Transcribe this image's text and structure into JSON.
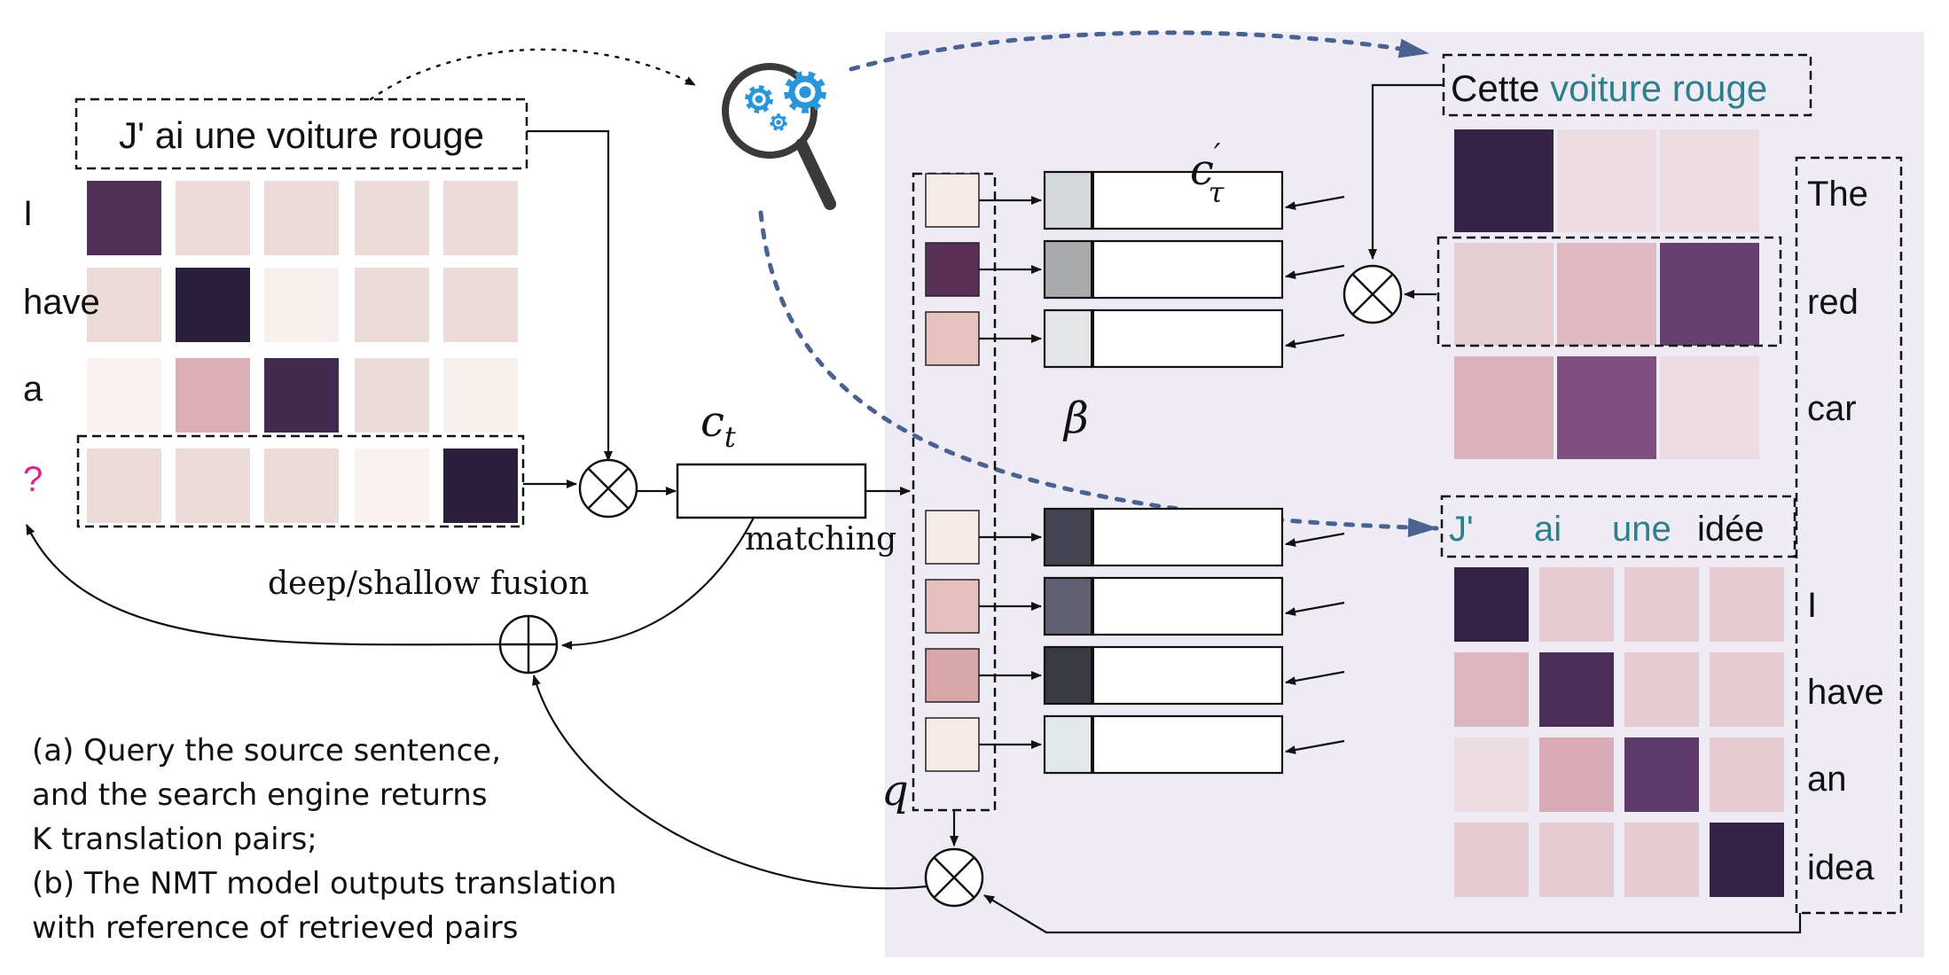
{
  "colors": {
    "panel_bg": "#eeebf5",
    "teal": "#2e7f8c",
    "question_magenta": "#e0208c",
    "arrow_blue": "#4a628f",
    "line": "#111111",
    "icon_blue": "#2896d8",
    "icon_gray": "#3a3a3a"
  },
  "source": {
    "sentence": "J' ai une voiture rouge",
    "row_labels": [
      "I",
      "have",
      "a",
      "?"
    ],
    "matrix": [
      [
        "#503056",
        "#ecdbd9",
        "#ecdbd9",
        "#ecdbd9",
        "#ecdbd9"
      ],
      [
        "#ecdbd9",
        "#2c1e3d",
        "#f7efec",
        "#ecdbd9",
        "#ecdbd9"
      ],
      [
        "#f9f1ef",
        "#dcb0b6",
        "#3f2a4d",
        "#ecdbd9",
        "#f7efec"
      ],
      [
        "#ecdbd9",
        "#ecdbd9",
        "#ecdbd9",
        "#f9f1ef",
        "#2c1e3d"
      ]
    ]
  },
  "labels": {
    "c_t": "c",
    "c_t_sub": "t",
    "c_tau": "c",
    "c_tau_sub": "τ",
    "c_tau_prime": "′",
    "beta": "β",
    "q": "q",
    "matching": "matching",
    "fusion": "deep/shallow fusion",
    "otimes": "⊗",
    "oplus": "⊕"
  },
  "caption": [
    "(a) Query the source sentence,",
    "and the search engine returns",
    "K translation pairs;",
    "(b) The NMT model outputs translation",
    "with reference of retrieved pairs"
  ],
  "retrieved_pair_1": {
    "source_prefix": "Cette",
    "source_highlight": "voiture rouge",
    "target_words": [
      "The",
      "red",
      "car"
    ],
    "matrix": [
      [
        "#352347",
        "#ecdbe1",
        "#ecdbe1"
      ],
      [
        "#e6ccd3",
        "#dfbac3",
        "#66406e"
      ],
      [
        "#dbb1bb",
        "#7f4f80",
        "#ecdbe1"
      ]
    ]
  },
  "retrieved_pair_2": {
    "source_words": [
      "J'",
      "ai",
      "une",
      "idée"
    ],
    "source_word_teal": [
      true,
      true,
      true,
      false
    ],
    "target_words": [
      "I",
      "have",
      "an",
      "idea"
    ],
    "matrix": [
      [
        "#352347",
        "#e6cbd2",
        "#e6cbd2",
        "#e6cbd2"
      ],
      [
        "#ddb7c0",
        "#4a2e58",
        "#e6cbd2",
        "#e6cbd2"
      ],
      [
        "#ecdbe1",
        "#d9aab7",
        "#5e3a6a",
        "#e6cbd2"
      ],
      [
        "#e6cbd2",
        "#e6cbd2",
        "#e6cbd2",
        "#352347"
      ]
    ]
  },
  "queries": {
    "q_colors": [
      "#f7ebe8",
      "#5a3056",
      "#e8c2be",
      "#f7ebe8",
      "#e6c0bc",
      "#d9a6a9",
      "#f7ebe8"
    ],
    "key_colors": [
      "#d6d9dc",
      "#a9aaab",
      "#e3e5e6",
      "#444452",
      "#606072",
      "#3a3a42",
      "#e3e8eb"
    ]
  }
}
